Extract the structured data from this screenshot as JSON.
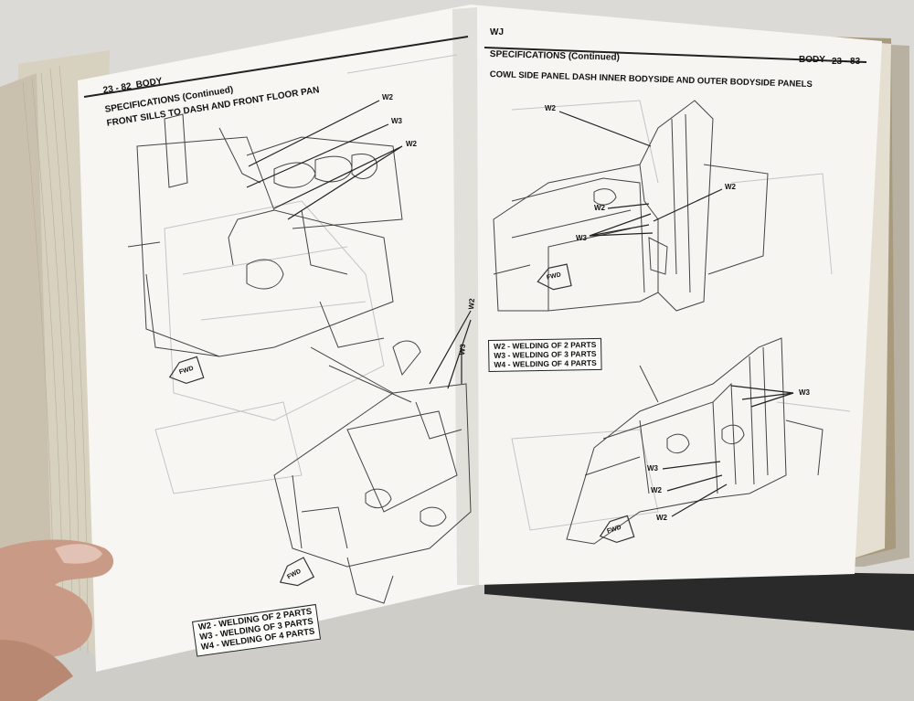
{
  "left_page": {
    "page_number": "23 - 82",
    "section": "BODY",
    "running_head": "SPECIFICATIONS (Continued)",
    "title": "FRONT SILLS TO DASH AND FRONT FLOOR PAN",
    "callouts": {
      "w2_a": "W2",
      "w3": "W3",
      "w2_b": "W2",
      "w2_c": "W2",
      "w3_b": "W3"
    },
    "fwd_upper": "FWD",
    "fwd_lower": "FWD",
    "legend": [
      "W2 - WELDING OF 2 PARTS",
      "W3 - WELDING OF 3 PARTS",
      "W4 - WELDING OF 4 PARTS"
    ]
  },
  "right_page": {
    "model_tag": "WJ",
    "running_head": "SPECIFICATIONS (Continued)",
    "section": "BODY",
    "page_number": "23 - 83",
    "title": "COWL SIDE PANEL DASH INNER BODYSIDE AND OUTER BODYSIDE PANELS",
    "upper_callouts": {
      "w2_top": "W2",
      "w2_right": "W2",
      "w2_left": "W2",
      "w3_left": "W3"
    },
    "lower_callouts": {
      "w3_right": "W3",
      "w3_left": "W3",
      "w2_mid": "W2",
      "w2_low": "W2"
    },
    "fwd_upper": "FWD",
    "fwd_lower": "FWD",
    "legend": [
      "W2 - WELDING OF 2 PARTS",
      "W3 - WELDING OF 3 PARTS",
      "W4 - WELDING OF 4 PARTS"
    ]
  },
  "colors": {
    "background": "#d9d7d2",
    "page": "#f7f6f2",
    "page_edge": "#e6e2d6",
    "line_art": "#444444",
    "faded_art": "#b9b9b9",
    "skin": "#c99a86"
  }
}
